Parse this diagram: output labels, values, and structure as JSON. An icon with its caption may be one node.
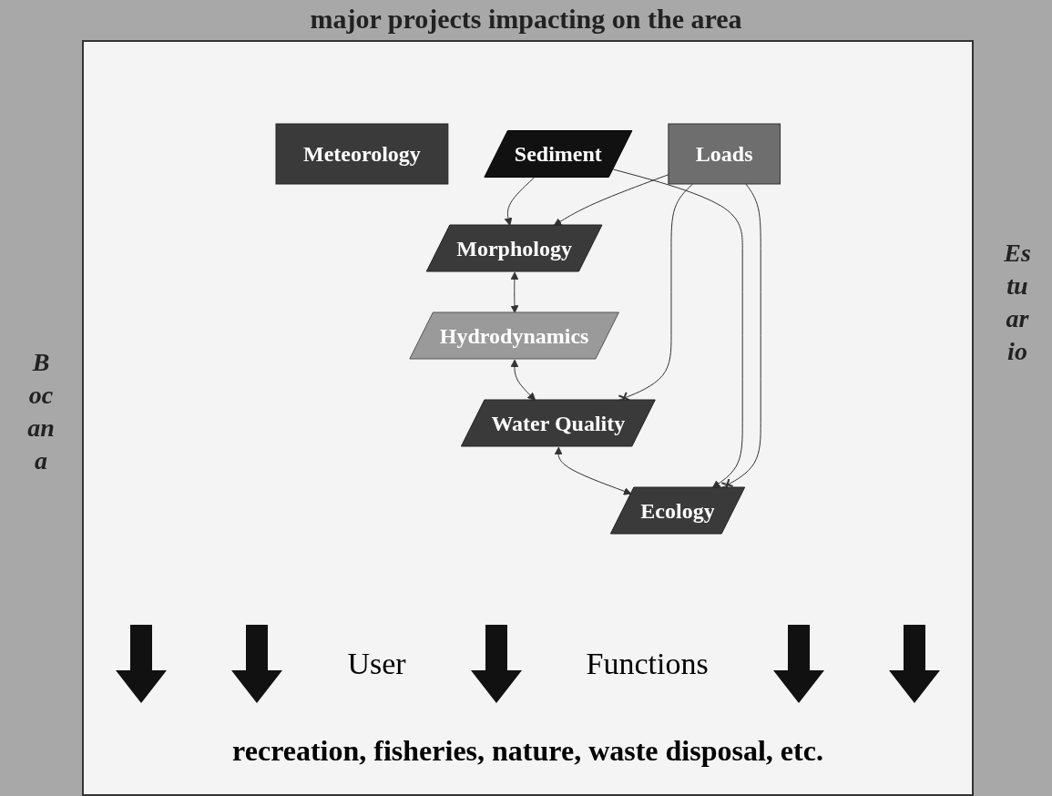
{
  "diagram": {
    "title": "major projects impacting on the area",
    "nodes": [
      {
        "text": [
          "Meteorology"
        ]
      },
      {
        "text": [
          "Morphology"
        ]
      },
      {
        "text": [
          "Hydrodynamics"
        ]
      },
      {
        "text": [
          "Sediment"
        ]
      },
      {
        "text": [
          "Water Quality"
        ]
      },
      {
        "text": [
          "Loads"
        ]
      },
      {
        "text": [
          "Ecology"
        ]
      }
    ],
    "edges": [
      {
        "from": 1,
        "to": 2,
        "arrow": "both"
      },
      {
        "from": 2,
        "to": 4,
        "arrow": "both"
      },
      {
        "from": 4,
        "to": 6,
        "arrow": "both"
      },
      {
        "from": 3,
        "to": 1,
        "arrow": "to"
      },
      {
        "from": 3,
        "to": 6,
        "arrow": "to"
      },
      {
        "from": 5,
        "to": 4,
        "arrow": "other"
      },
      {
        "from": 5,
        "to": 6,
        "arrow": "other"
      },
      {
        "from": 5,
        "to": 1,
        "arrow": "to"
      }
    ],
    "labels": [
      "Bocana",
      "Estuario",
      "User",
      "Functions",
      "recreation, fisheries, nature, waste disposal, etc."
    ]
  }
}
